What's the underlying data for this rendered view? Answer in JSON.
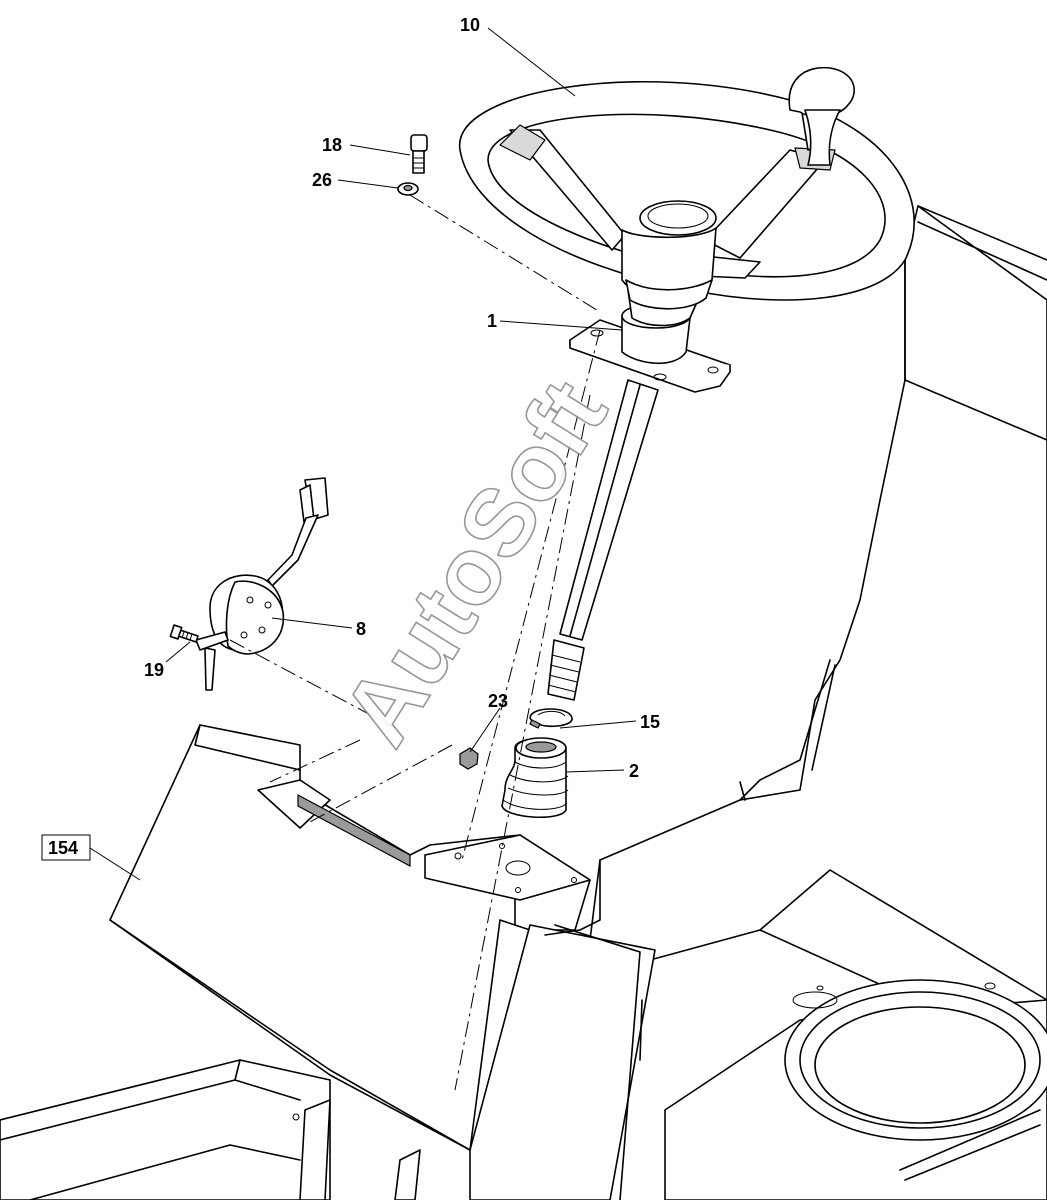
{
  "watermark": "AutoSoft",
  "callouts": {
    "c10": "10",
    "c18": "18",
    "c26": "26",
    "c1": "1",
    "c8": "8",
    "c19": "19",
    "c23": "23",
    "c15": "15",
    "c2": "2",
    "c154": "154"
  }
}
